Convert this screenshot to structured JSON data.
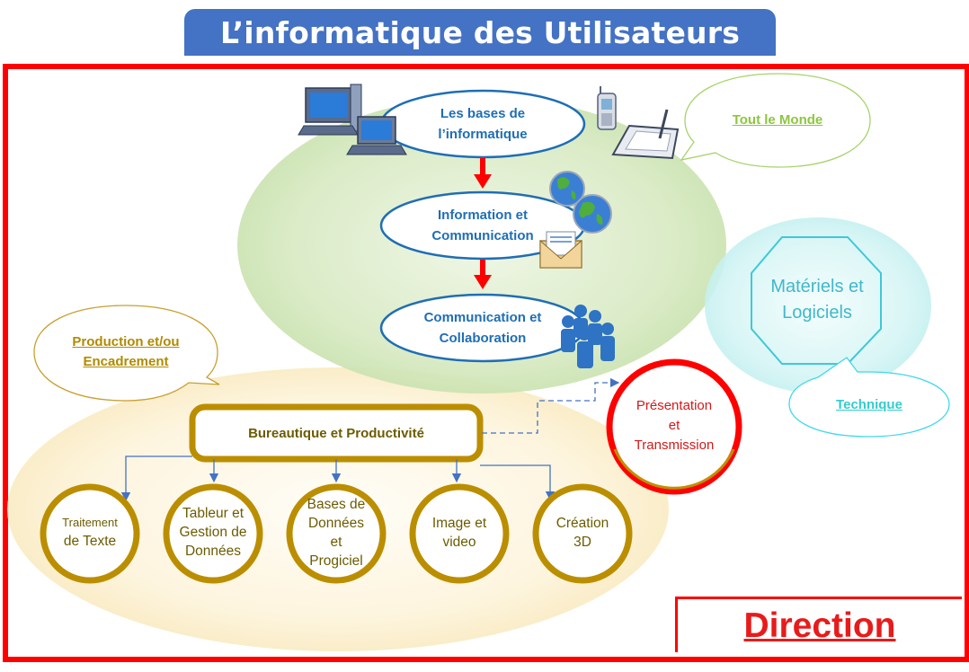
{
  "title": "L’informatique des Utilisateurs",
  "core": {
    "step1_line1": "Les bases de",
    "step1_line2": "l’informatique",
    "step2_line1": "Information et",
    "step2_line2": "Communication",
    "step3_line1": "Communication et",
    "step3_line2": "Collaboration"
  },
  "callouts": {
    "tout_le_monde": "Tout le Monde",
    "production_line1": "Production et/ou",
    "production_line2": "Encadrement",
    "technique": "Technique"
  },
  "materiels": {
    "line1": "Matériels et",
    "line2": "Logiciels"
  },
  "bureautique": "Bureautique et Productivité",
  "presentation": {
    "line1": "Présentation",
    "line2": "et",
    "line3": "Transmission"
  },
  "tools": [
    {
      "line1": "Traitement",
      "line2": "de Texte"
    },
    {
      "line1": "Tableur et",
      "line2": "Gestion de",
      "line3": "Données"
    },
    {
      "line1": "Bases de",
      "line2": "Données",
      "line3": "et",
      "line4": "Progiciel"
    },
    {
      "line1": "Image et",
      "line2": "video"
    },
    {
      "line1": "Création",
      "line2": "3D"
    }
  ],
  "direction": "Direction",
  "icons": [
    "desktop-computer-icon",
    "laptop-icon",
    "mobile-phone-icon",
    "graphics-tablet-icon",
    "globe-icon",
    "envelope-icon",
    "people-group-icon"
  ],
  "colors": {
    "title_bg": "#4472c4",
    "frame": "#ff0000",
    "blue_text": "#1f6eb4",
    "gold_ring": "#c09000",
    "arrow": "#ff0000",
    "green_link": "#8dc63f",
    "cyan": "#33cccc"
  }
}
